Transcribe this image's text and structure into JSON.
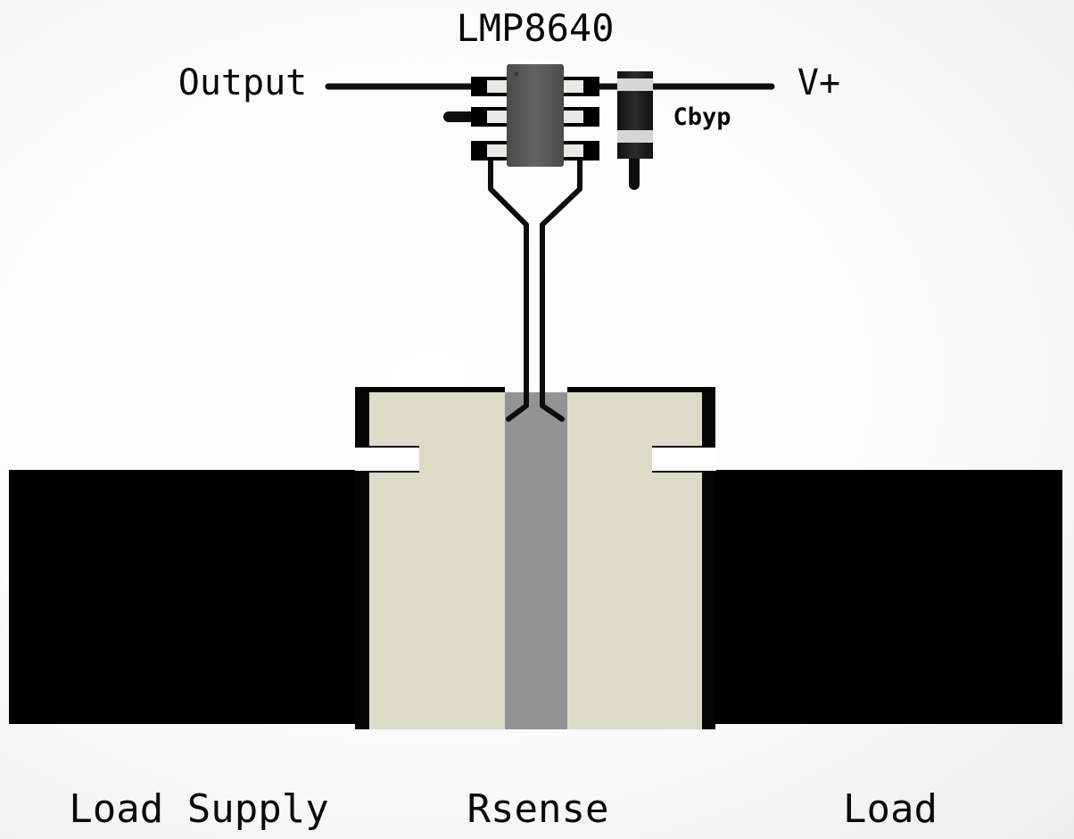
{
  "part_number": "LMP8640",
  "labels": {
    "output": "Output",
    "vplus": "V+",
    "cbyp": "Cbyp",
    "load_supply": "Load Supply",
    "rsense": "Rsense",
    "load": "Load"
  },
  "colors": {
    "copper_trace": "#0d0d0d",
    "ic_body": "#5a5a5a",
    "pad": "#e8e8e4",
    "resistor_terminal": "#dcdbc8",
    "resistor_element": "#939393",
    "background": "#f8f8f8"
  }
}
